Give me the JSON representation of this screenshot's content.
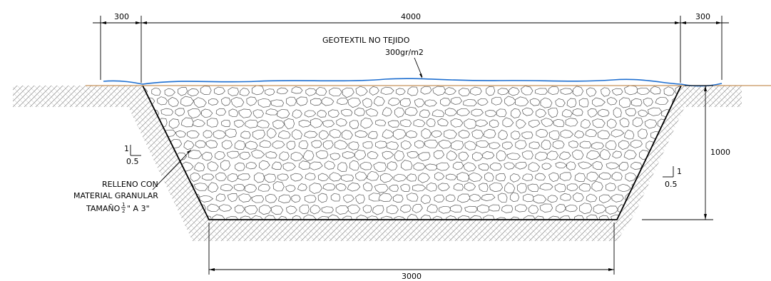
{
  "dimensions": {
    "top_left": "300",
    "top_middle": "4000",
    "top_right": "300",
    "bottom_width": "3000",
    "depth": "1000"
  },
  "labels": {
    "geotextile_line1": "GEOTEXTIL NO TEJIDO",
    "geotextile_line2": "300gr/m2",
    "fill_line1": "RELLENO CON",
    "fill_line2": "MATERIAL GRANULAR",
    "fill_line3_prefix": "TAMAÑO ",
    "fill_line3_frac_num": "1",
    "fill_line3_frac_den": "2",
    "fill_line3_suffix": "\" A 3\""
  },
  "slopes": {
    "left_rise": "1",
    "left_run": "0.5",
    "right_rise": "1",
    "right_run": "0.5"
  },
  "colors": {
    "geotextile": "#1f6fd0",
    "ground_line": "#c8925a",
    "lines": "#000000",
    "hatch": "#8a8a8a"
  }
}
